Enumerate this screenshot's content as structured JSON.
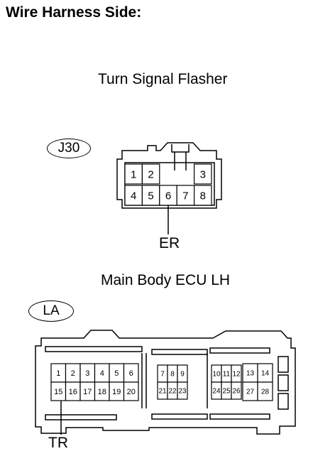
{
  "heading": "Wire Harness Side:",
  "connectors": [
    {
      "component": "Turn Signal Flasher",
      "code": "J30",
      "pins_top": [
        "1",
        "2",
        "3"
      ],
      "pins_bottom": [
        "4",
        "5",
        "6",
        "7",
        "8"
      ],
      "wire_label": "ER"
    },
    {
      "component": "Main Body ECU LH",
      "code": "LA",
      "group1_top": [
        "1",
        "2",
        "3",
        "4",
        "5",
        "6"
      ],
      "group1_bottom": [
        "15",
        "16",
        "17",
        "18",
        "19",
        "20"
      ],
      "group2_top": [
        "7",
        "8",
        "9"
      ],
      "group2_bottom": [
        "21",
        "22",
        "23"
      ],
      "group3_top": [
        "10",
        "11",
        "12",
        "13",
        "14"
      ],
      "group3_bottom": [
        "24",
        "25",
        "26",
        "27",
        "28"
      ],
      "wire_label": "TR"
    }
  ]
}
